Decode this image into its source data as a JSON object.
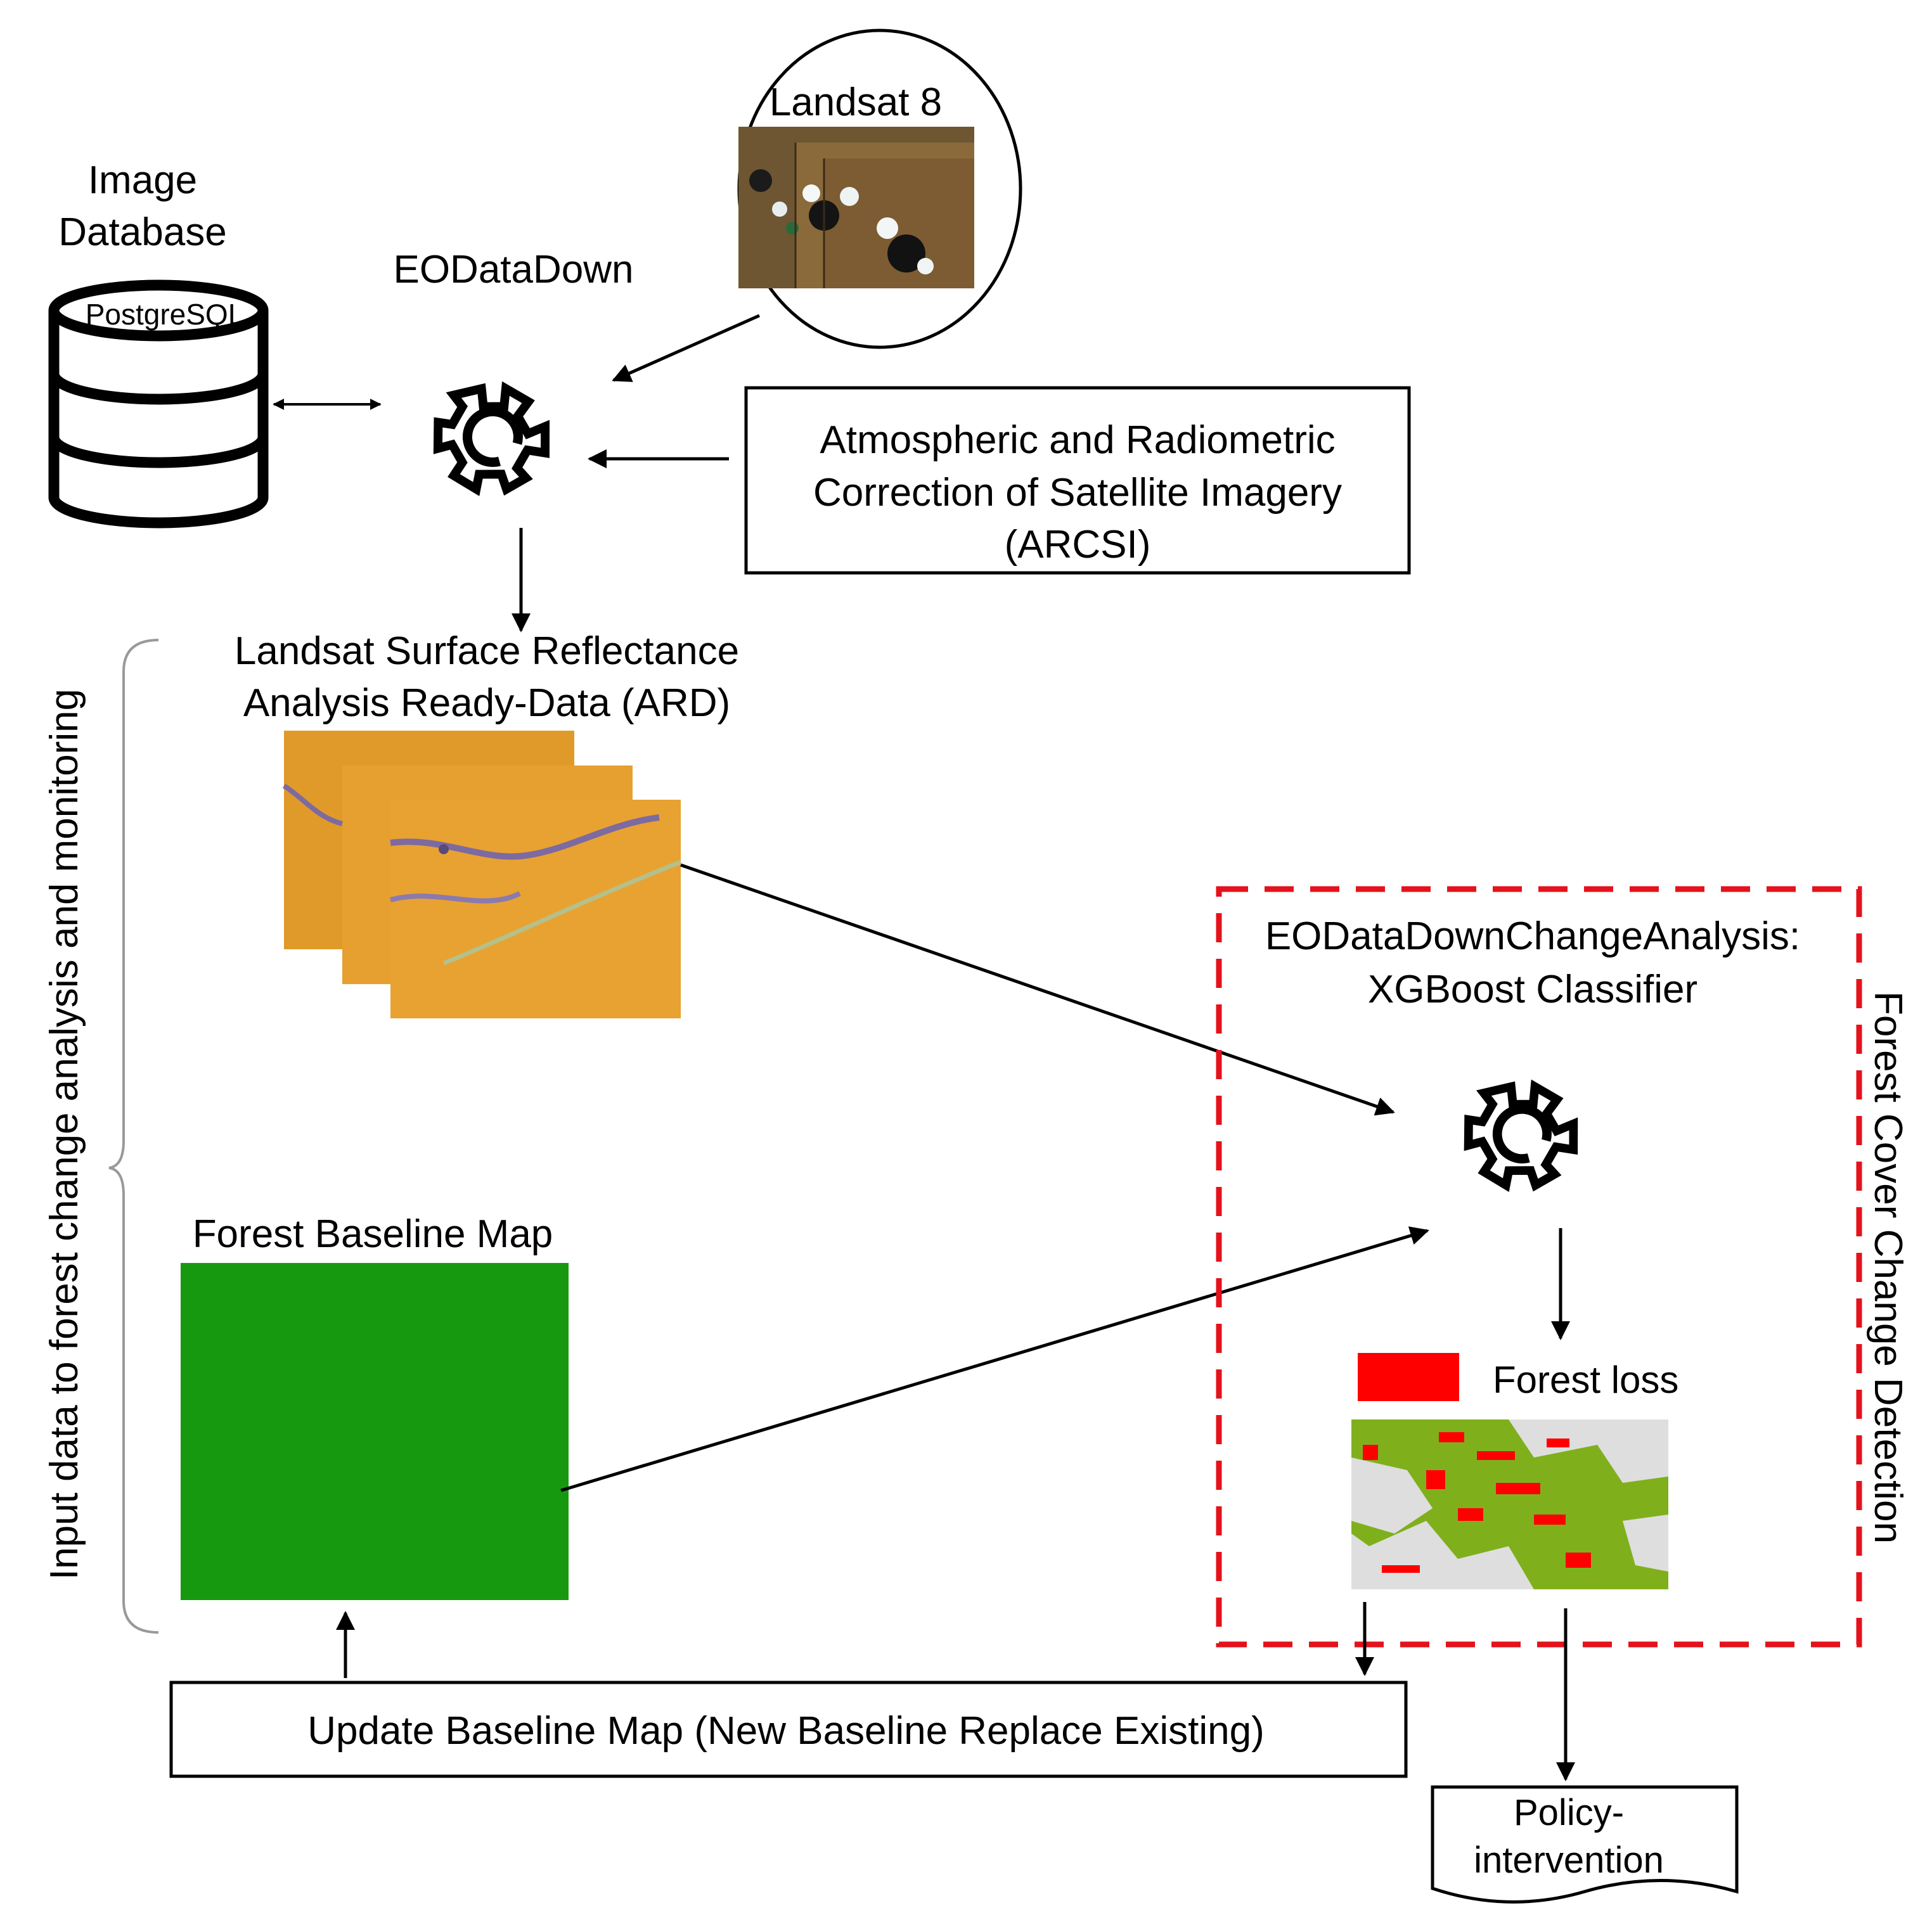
{
  "database": {
    "title_line1": "Image",
    "title_line2": "Database",
    "engine": "PostgreSQL",
    "icon": "database-cylinder-icon"
  },
  "eodatadown": {
    "label": "EODataDown",
    "icon": "gear-icon"
  },
  "landsat8": {
    "label": "Landsat 8"
  },
  "arcsi": {
    "line1": "Atmospheric and Radiometric",
    "line2": "Correction of Satellite Imagery",
    "line3": "(ARCSI)"
  },
  "ard": {
    "line1": "Landsat Surface Reflectance",
    "line2": "Analysis Ready-Data (ARD)"
  },
  "baseline": {
    "label": "Forest Baseline Map",
    "color": "#17990f"
  },
  "side_label": "Input data to forest change analysis and monitoring",
  "change_analysis": {
    "line1": "EODataDownChangeAnalysis:",
    "line2": "XGBoost Classifier",
    "icon": "gear-icon",
    "border_color": "#e3121b"
  },
  "forest_loss": {
    "label": "Forest loss",
    "color": "#ff0000",
    "map_forest_color": "#7fb01c",
    "map_bg_color": "#dedede"
  },
  "detection_label": "Forest Cover Change Detection",
  "update_box": {
    "label": "Update Baseline Map (New Baseline Replace Existing)"
  },
  "policy": {
    "line1": "Policy-",
    "line2": "intervention"
  }
}
